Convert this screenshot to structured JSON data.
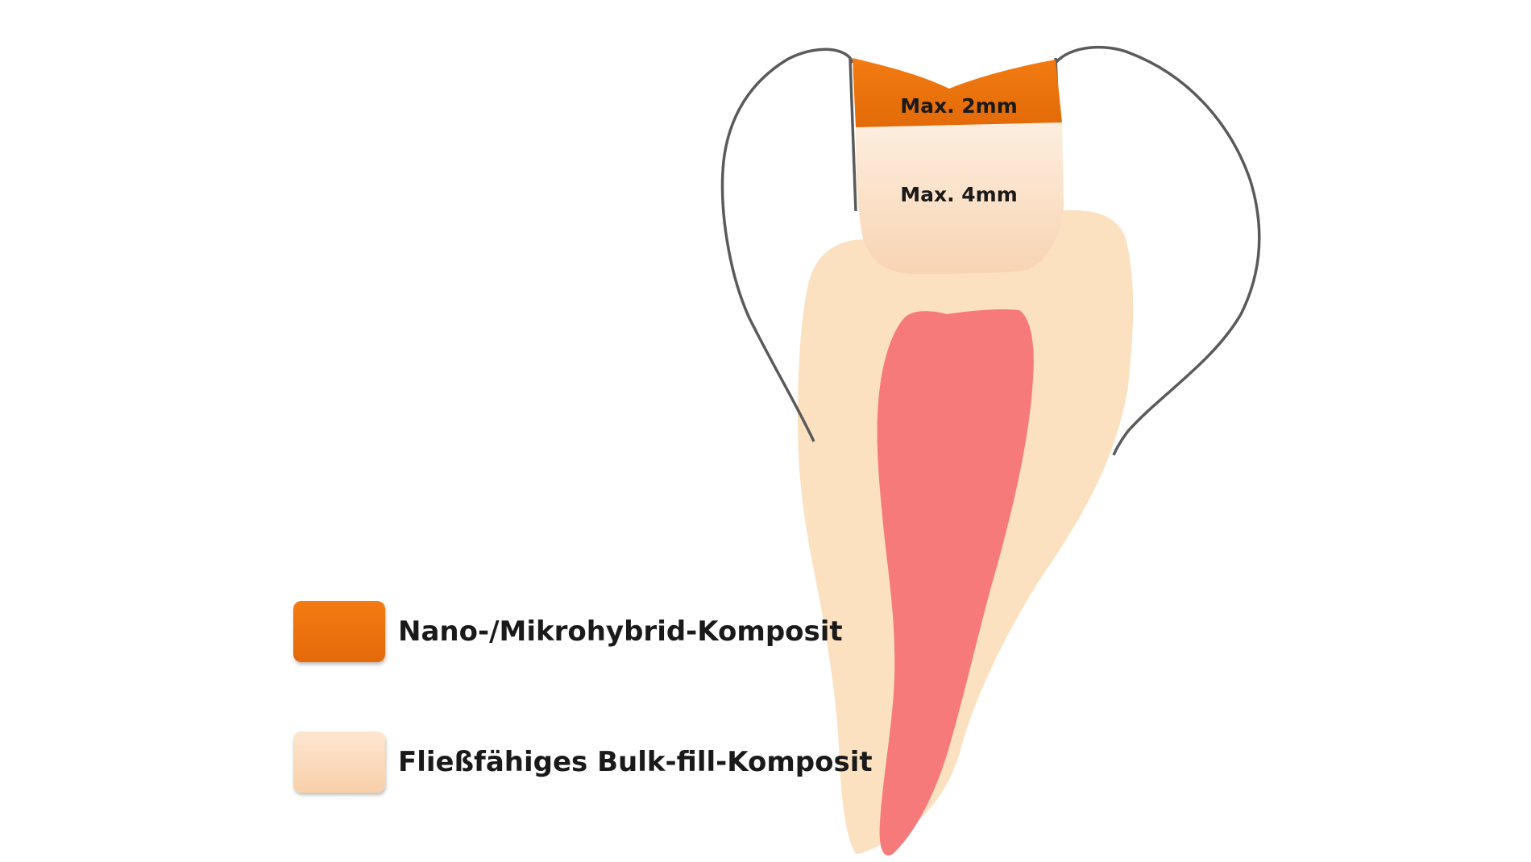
{
  "layers": {
    "top": {
      "label": "Max. 2mm"
    },
    "bottom": {
      "label": "Max. 4mm"
    }
  },
  "legend": [
    {
      "label": "Nano-/Mikrohybrid-Komposit",
      "color": "#f07a14"
    },
    {
      "label": "Fließfähiges Bulk-fill-Komposit",
      "color": "#fbd8bc"
    }
  ],
  "colors": {
    "dentin": "#fce1c1",
    "pulp": "#f77a7b",
    "enamel_outline": "#5a5a5a",
    "nanohybrid": "#f07a14",
    "bulkfill": "#fbd8bc"
  }
}
